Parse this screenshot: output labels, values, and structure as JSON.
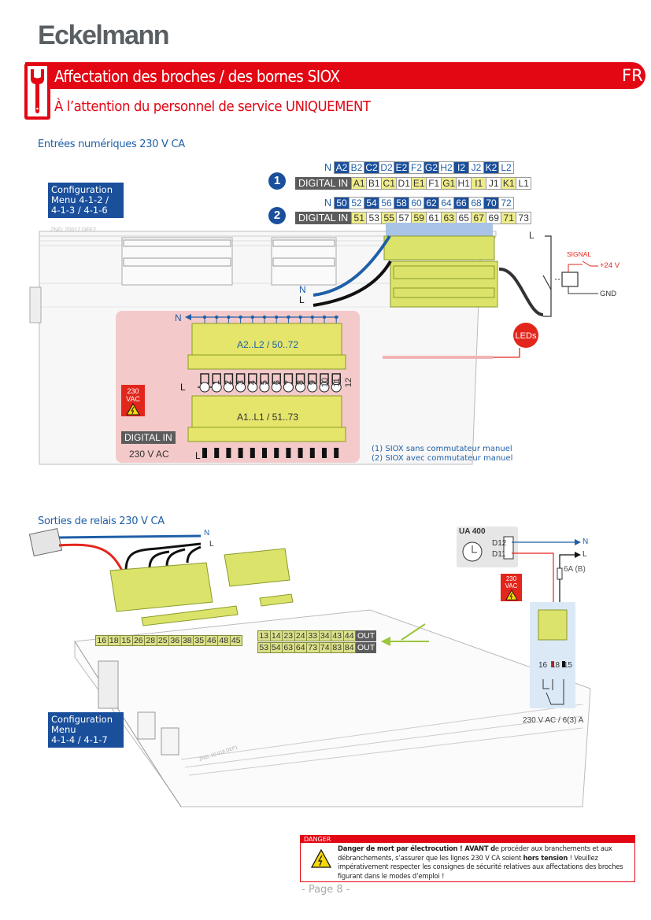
{
  "brand": "Eckelmann",
  "header": {
    "icon": "wrench-icon",
    "title": "Affectation des broches / des bornes SIOX",
    "language": "FR",
    "subtitle": "À l’attention du personnel de service UNIQUEMENT",
    "accent_color": "#e30613"
  },
  "digital_inputs": {
    "section_title": "Entrées numériques 230 V CA",
    "config_box": [
      "Configuration",
      "Menu 4-1-2 /",
      "4-1-3 / 4-1-6"
    ],
    "drawing_ref": "ZNG: 20017 DEF2",
    "variant1": {
      "number": "1",
      "n_label": "N",
      "di_label": "DIGITAL IN",
      "n_pins": [
        "A2",
        "B2",
        "C2",
        "D2",
        "E2",
        "F2",
        "G2",
        "H2",
        "I2",
        "J2",
        "K2",
        "L2"
      ],
      "in_pins": [
        "A1",
        "B1",
        "C1",
        "D1",
        "E1",
        "F1",
        "G1",
        "H1",
        "I1",
        "J1",
        "K1",
        "L1"
      ]
    },
    "variant2": {
      "number": "2",
      "n_label": "N",
      "di_label": "DIGITAL IN",
      "n_pins": [
        "50",
        "52",
        "54",
        "56",
        "58",
        "60",
        "62",
        "64",
        "66",
        "68",
        "70",
        "72"
      ],
      "in_pins": [
        "51",
        "53",
        "55",
        "57",
        "59",
        "61",
        "63",
        "65",
        "67",
        "69",
        "71",
        "73"
      ]
    },
    "wire_labels": {
      "n": "N",
      "l": "L"
    },
    "relay_diagram": {
      "l": "L",
      "signal": "SIGNAL",
      "plus24": "+24 V",
      "gnd": "GND"
    },
    "leds_label": "LEDs",
    "panel": {
      "n_label": "N",
      "top_block": "A2..L2 / 50..72",
      "numbers": [
        "1",
        "2",
        "3",
        "4",
        "5",
        "6",
        "7",
        "8",
        "9",
        "10",
        "11",
        "12"
      ],
      "l_label": "L",
      "bottom_block": "A1..L1 / 51..73",
      "warning": "230 VAC",
      "digital_in": "DIGITAL IN",
      "voltage": "230 V AC",
      "l_bottom": "L"
    },
    "notes": [
      "(1) SIOX sans commutateur manuel",
      "(2) SIOX avec commutateur manuel"
    ]
  },
  "relay_outputs": {
    "section_title": "Sorties de relais 230 V CA",
    "wire_labels": {
      "n": "N",
      "l": "L"
    },
    "row_left": [
      "16",
      "18",
      "15",
      "26",
      "28",
      "25",
      "36",
      "38",
      "35",
      "46",
      "48",
      "45"
    ],
    "row_right_top": [
      "13",
      "14",
      "23",
      "24",
      "33",
      "34",
      "43",
      "44"
    ],
    "row_right_bottom": [
      "53",
      "54",
      "63",
      "64",
      "73",
      "74",
      "83",
      "84"
    ],
    "out_label": "OUT",
    "config_box": [
      "Configuration",
      "Menu",
      "4-1-4 / 4-1-7"
    ],
    "drawing_ref": "ZNG: 20 018 DEF1",
    "ua400": {
      "title": "UA 400",
      "d12": "D12",
      "d11": "D11",
      "n": "N",
      "l": "L",
      "fuse": "6A (B)",
      "warning": "230 VAC",
      "contacts": [
        "16",
        "18",
        "15"
      ],
      "rating": "230 V AC / 6(3) A"
    }
  },
  "danger": {
    "heading": "DANGER",
    "bold1": "Danger de mort par électrocution ! AVANT d",
    "text1": "e procéder aux branchements et aux débranchements, s’assurer que les lignes 230 V CA soient ",
    "bold2": "hors tension",
    "text2": " ! Veuillez impérativement respecter les consignes de sécurité relatives aux affectations des broches figurant dans le modes d’emploi !"
  },
  "page": "- Page 8 -"
}
